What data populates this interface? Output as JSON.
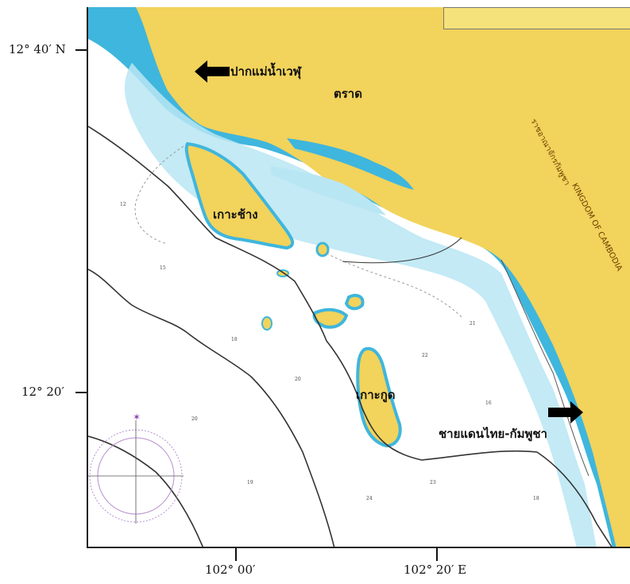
{
  "coords": {
    "lat_top": "12° 40′ N",
    "lat_bottom": "12° 20′",
    "lon_left": "102° 00′",
    "lon_right": "102° 20′ E"
  },
  "labels": {
    "river_mouth": "ปากแม่น้ำเวฬุ",
    "trat": "ตราด",
    "koh_chang": "เกาะช้าง",
    "koh_kood": "เกาะกูด",
    "border": "ชายแดนไทย-กัมพูชา",
    "cambodia_thai": "ราชอาณาจักรกัมพูชา",
    "cambodia_en": "KINGDOM OF CAMBODIA"
  },
  "colors": {
    "land": "#f2d35b",
    "deep_blue": "#3fb6dd",
    "light_blue": "#b9e6f3",
    "sea": "#ffffff",
    "contour": "#333333",
    "arrow": "#000000"
  },
  "icons": {
    "arrow_left": "arrow-left-icon",
    "arrow_right": "arrow-right-icon",
    "compass": "compass-rose-icon"
  }
}
